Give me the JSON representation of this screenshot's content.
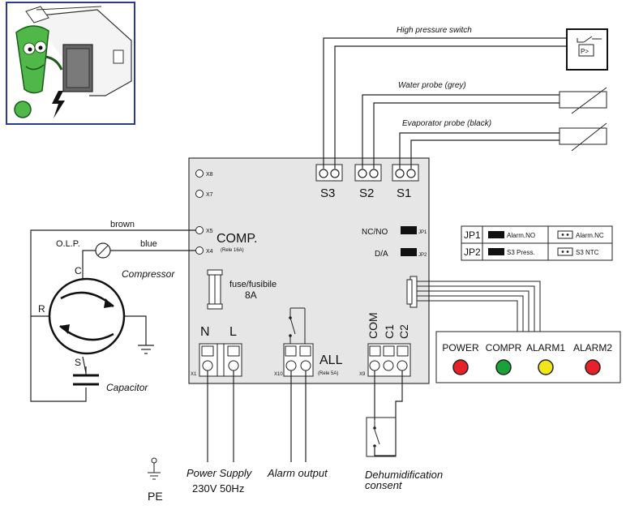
{
  "labels": {
    "high_pressure_switch": "High pressure switch",
    "pressure_symbol": "P>",
    "water_probe": "Water probe (grey)",
    "evaporator_probe": "Evaporator probe (black)",
    "s3": "S3",
    "s2": "S2",
    "s1": "S1",
    "x8": "X8",
    "x7": "X7",
    "x5": "X5",
    "x4": "X4",
    "comp": "COMP.",
    "comp_relay": "(Rele 16A)",
    "nc_no": "NC/NO",
    "jp1": "JP1",
    "d_a": "D/A",
    "jp2": "JP2",
    "fuse": "fuse/fusibile",
    "fuse_rating": "8A",
    "n": "N",
    "l": "L",
    "x1": "X1",
    "x10": "X10",
    "all": "ALL",
    "all_relay": "(Rele 5A)",
    "x9": "X9",
    "com": "COM",
    "c1": "C1",
    "c2": "C2",
    "brown": "brown",
    "blue": "blue",
    "olp": "O.L.P.",
    "c_terminal": "C",
    "r_terminal": "R",
    "s_terminal": "S",
    "compressor": "Compressor",
    "capacitor": "Capacitor",
    "power_supply_line1": "Power Supply",
    "power_supply_line2": "230V 50Hz",
    "alarm_output": "Alarm output",
    "dehumidification_line1": "Dehumidification",
    "dehumidification_line2": "consent",
    "pe": "PE"
  },
  "jumper_table": {
    "rows": [
      {
        "jp": "JP1",
        "closed": "Alarm.NO",
        "open": "Alarm.NC"
      },
      {
        "jp": "JP2",
        "closed": "S3 Press.",
        "open": "S3 NTC"
      }
    ]
  },
  "leds": [
    {
      "label": "POWER",
      "color": "#e8202a"
    },
    {
      "label": "COMPR",
      "color": "#1aa23a"
    },
    {
      "label": "ALARM1",
      "color": "#f2e61a"
    },
    {
      "label": "ALARM2",
      "color": "#e8202a"
    }
  ],
  "colors": {
    "board_fill": "#e6e6e6",
    "mascot_green": "#4fb848",
    "frame_blue": "#2b3a8f"
  }
}
